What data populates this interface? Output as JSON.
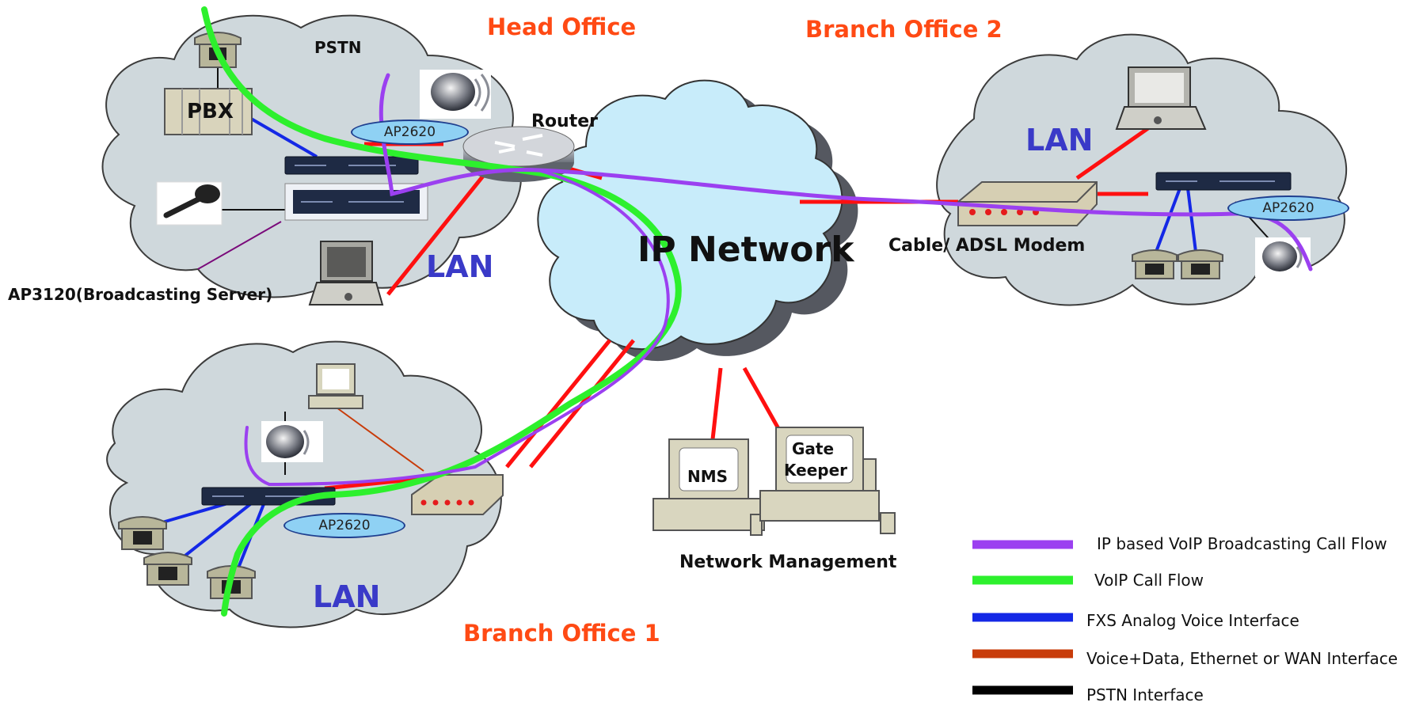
{
  "titles": {
    "head_office": "Head Office",
    "branch_office_2": "Branch Office 2",
    "branch_office_1": "Branch Office 1"
  },
  "labels": {
    "pstn": "PSTN",
    "pbx": "PBX",
    "router": "Router",
    "lan_head": "LAN",
    "lan_branch2": "LAN",
    "lan_branch1": "LAN",
    "ap2620_head": "AP2620",
    "ap2620_branch2": "AP2620",
    "ap2620_branch1": "AP2620",
    "ap3120": "AP3120(Broadcasting Server)",
    "ip_network": "IP Network",
    "modem": "Cable/ ADSL  Modem",
    "nms": "NMS",
    "gatekeeper_line1": "Gate",
    "gatekeeper_line2": "Keeper",
    "network_management": "Network Management"
  },
  "legend": [
    {
      "label": "IP based VoIP Broadcasting Call Flow",
      "color": "#9b40f0"
    },
    {
      "label": "VoIP Call Flow",
      "color": "#2df02d"
    },
    {
      "label": "FXS Analog Voice Interface",
      "color": "#1428e6"
    },
    {
      "label": "Voice+Data, Ethernet or WAN Interface",
      "color": "#c83c0a"
    },
    {
      "label": "PSTN  Interface",
      "color": "#000000"
    }
  ],
  "colors": {
    "cloud_fill": "#cfd8dc",
    "ip_cloud_fill": "#c8ecfa",
    "wan_link": "#ff1010",
    "title_accent": "#ff4a14",
    "lan_text": "#3a3ac8"
  }
}
